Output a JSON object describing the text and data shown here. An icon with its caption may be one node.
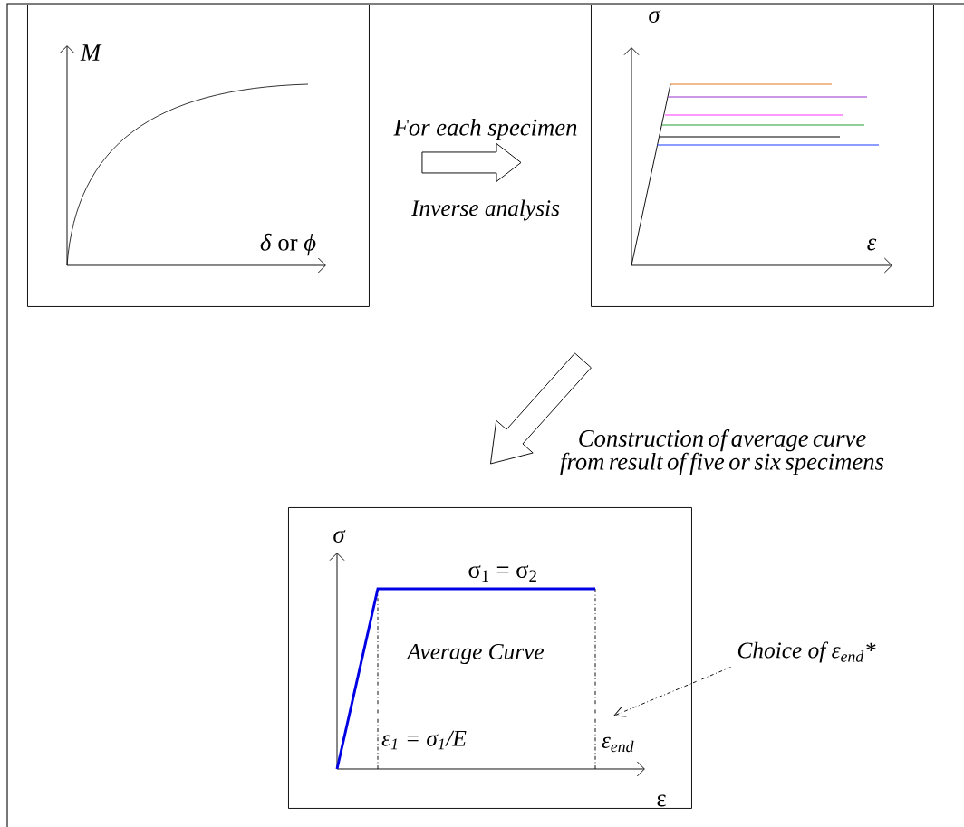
{
  "diagram": {
    "nodes": [
      {
        "text": [
          "M",
          "*δ* or *ϕ*"
        ]
      },
      {
        "text": [
          "σ",
          "ε"
        ]
      },
      {
        "text": [
          "σ",
          "σ$_{1}$ = σ$_{2}$",
          "Average Curve",
          "ε$_{1}$ = σ$_{1}$/E",
          "ε$_{end}$",
          "ε"
        ]
      },
      {
        "text": [
          "Choice of ε$_{end}$*"
        ]
      }
    ],
    "edges": [
      {
        "from": 0,
        "to": 1,
        "arrow": "to",
        "label": "For each specimen"
      },
      {
        "from": 1,
        "to": 2,
        "arrow": "to",
        "label": "Construction of average curve from result of five or six specimens"
      },
      {
        "from": 3,
        "to": 2,
        "arrow": "to",
        "style": "dashed"
      }
    ],
    "labels": [
      "Inverse analysis"
    ]
  }
}
